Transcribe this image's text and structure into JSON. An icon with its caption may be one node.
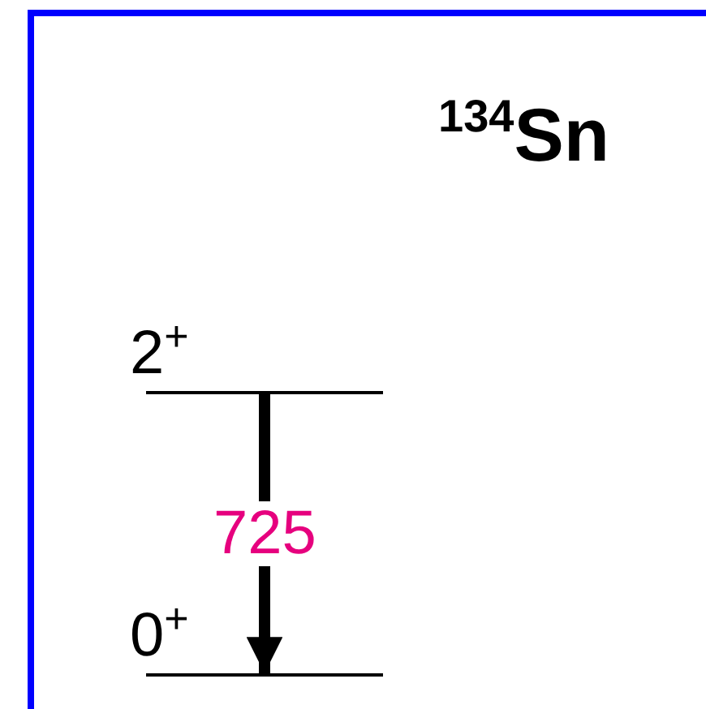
{
  "diagram": {
    "title": "$^{134}$Sn",
    "nodes": [
      {
        "text": [
          "2$^{+}$"
        ]
      },
      {
        "text": [
          "0$^{+}$"
        ]
      }
    ],
    "edges": [
      {
        "from": 0,
        "to": 1,
        "arrow": "to",
        "label": "725"
      }
    ]
  }
}
